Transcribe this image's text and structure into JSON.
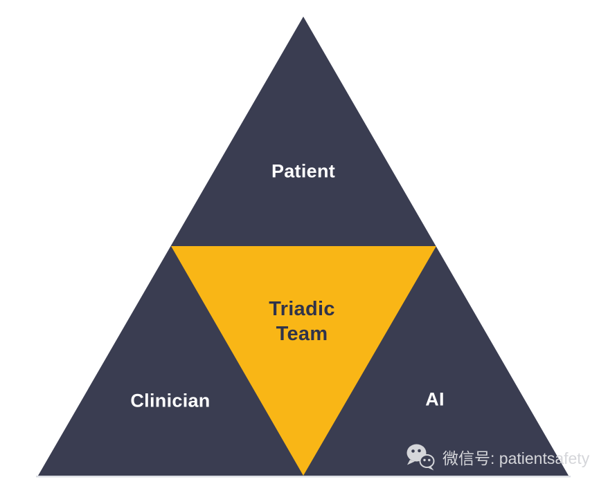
{
  "colors": {
    "background": "#ffffff",
    "navy": "#3a3d51",
    "yellow": "#f9b616",
    "label_on_dark": "#ffffff",
    "label_on_yellow": "#30334a",
    "watermark_gray": "#d5d6da",
    "bottom_shadow": "#d3d7df"
  },
  "diagram": {
    "type": "triadic-triangle",
    "outer_labels": {
      "top": "Patient",
      "bottom_left": "Clinician",
      "bottom_right": "AI"
    },
    "center_label": {
      "line1": "Triadic",
      "line2": "Team"
    }
  },
  "watermark": {
    "icon": "wechat-icon",
    "text": "微信号: patientsafety"
  }
}
